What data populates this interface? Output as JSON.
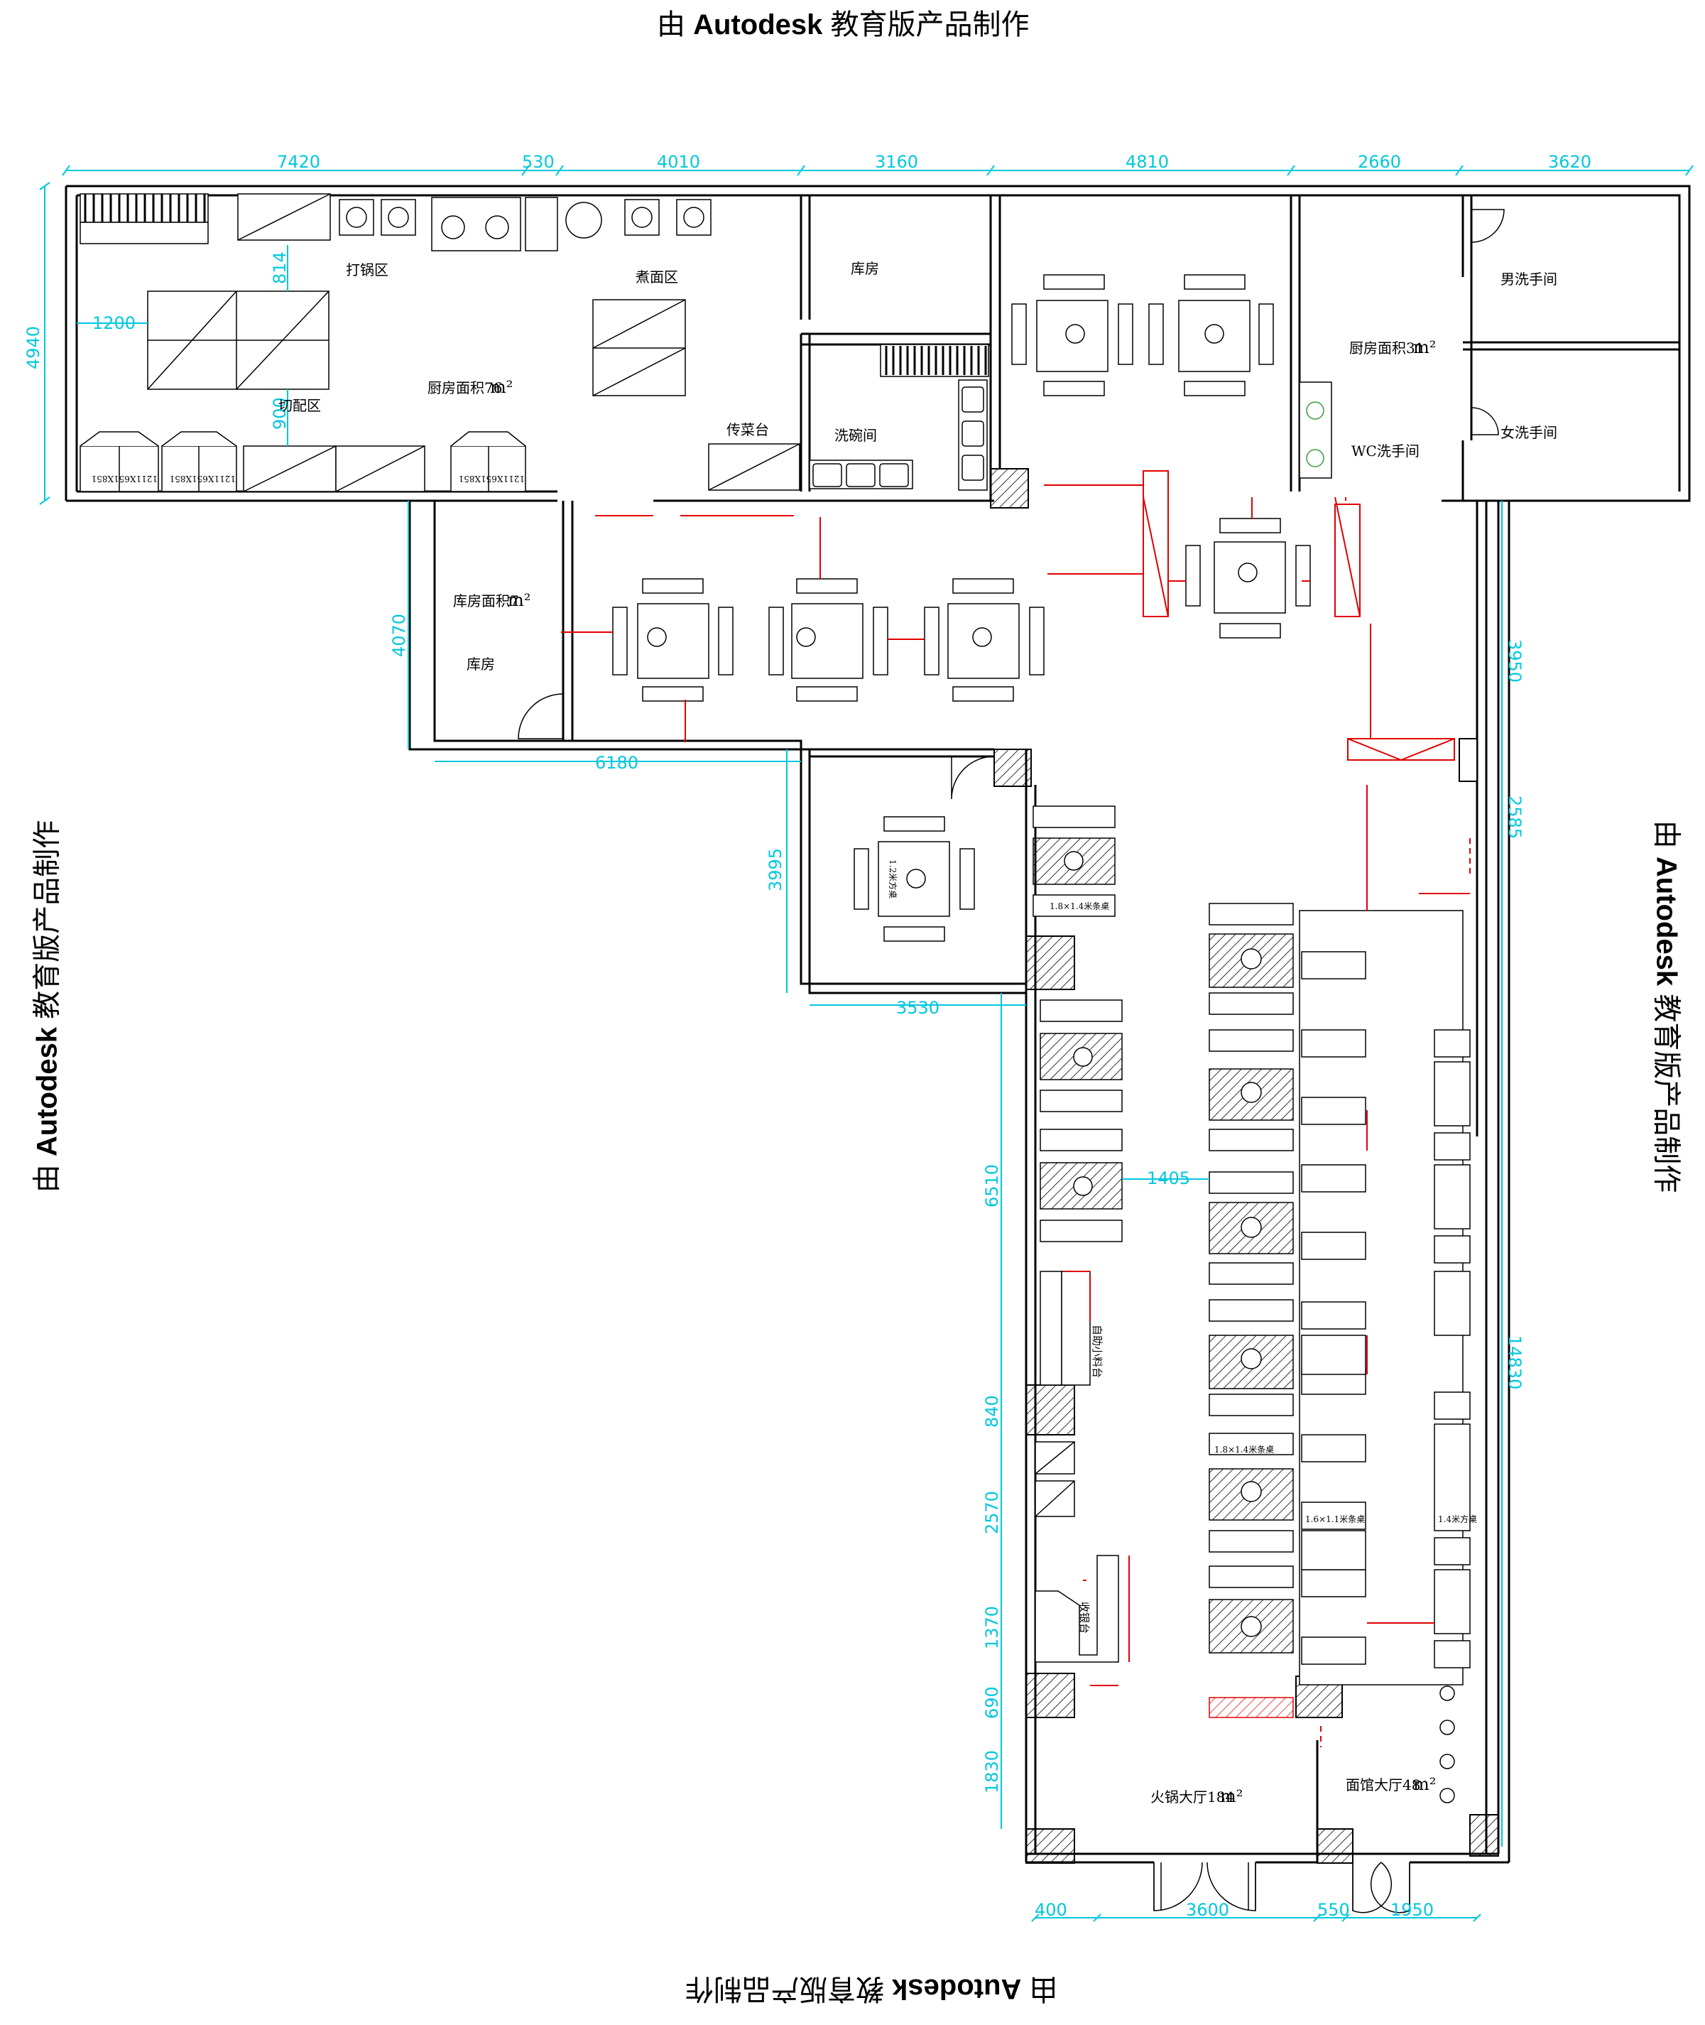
{
  "watermark": {
    "prefix": "由",
    "brand": "Autodesk",
    "suffix": "教育版产品制作"
  },
  "dimensions": {
    "top": [
      "7420",
      "530",
      "4010",
      "3160",
      "4810",
      "2660",
      "3620"
    ],
    "left_height": "4940",
    "kitchen_1200": "1200",
    "kitchen_814": "814",
    "kitchen_900": "900",
    "storage_height": "4070",
    "storage_width": "6180",
    "vip_height": "3995",
    "vip_width": "3530",
    "right_3950": "3950",
    "right_2585": "2585",
    "right_14830": "14830",
    "left_6510": "6510",
    "left_840": "840",
    "left_2570": "2570",
    "left_1370": "1370",
    "left_690": "690",
    "left_1830": "1830",
    "aisle_1405": "1405",
    "bottom": [
      "400",
      "3600",
      "550",
      "1950"
    ]
  },
  "rooms": {
    "kitchen_area": "厨房面积76",
    "kitchen_unit": "m²",
    "dapan": "打锅区",
    "qiepei": "切配区",
    "zhumian": "煮面区",
    "kufang_top": "库房",
    "chuancai": "传菜台",
    "xiwan": "洗碗间",
    "kitchen2_area": "厨房面积31",
    "kitchen2_unit": "m²",
    "wc_wash": "WC洗手间",
    "male_wc": "男洗手间",
    "female_wc": "女洗手间",
    "storage_area": "库房面积7",
    "storage_unit": "m²",
    "storage_label": "库房",
    "hotpot_hall": "火锅大厅184",
    "hotpot_unit": "m²",
    "noodle_hall": "面馆大厅48",
    "noodle_unit": "m²",
    "cashier": "收银台",
    "buffet": "自助小料台"
  },
  "furniture_labels": {
    "table_12": "1.2米方桌",
    "booth_18_14_a": "1.8×1.4米条桌",
    "booth_18_14_b": "1.8×1.4米条桌",
    "booth_16_11": "1.6×1.1米条桌",
    "table_14": "1.4米方桌",
    "freezer_a": "1211X651X851",
    "freezer_b": "1211X651X851",
    "freezer_c": "1211X651X851"
  },
  "colors": {
    "wall": "#000000",
    "dimension": "#00c8dc",
    "circulation": "#e00000",
    "accent_green": "#3a9a3a"
  }
}
